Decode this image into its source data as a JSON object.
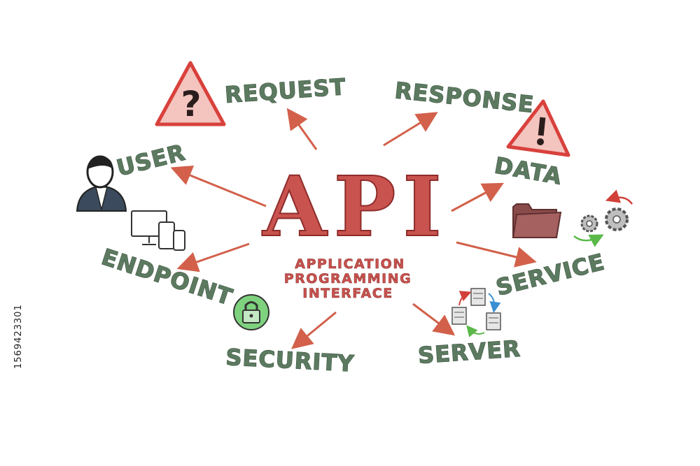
{
  "center": {
    "title": "API",
    "subtitle_lines": [
      "APPLICATION",
      "PROGRAMMING",
      "INTERFACE"
    ]
  },
  "nodes": {
    "request": "REQUEST",
    "response": "RESPONSE",
    "user": "USER",
    "data": "DATA",
    "endpoint": "ENDPOINT",
    "service": "SERVICE",
    "security": "SECURITY",
    "server": "SERVER"
  },
  "side_id": "1569423301",
  "colors": {
    "label_green": "#5c7a60",
    "api_red": "#c9534f",
    "arrow": "#d2604a",
    "warning_red": "#d9413c"
  },
  "icons": [
    "question-warning-icon",
    "exclamation-warning-icon",
    "user-icon",
    "folder-icon",
    "devices-icon",
    "gears-icon",
    "padlock-icon",
    "server-network-icon"
  ]
}
